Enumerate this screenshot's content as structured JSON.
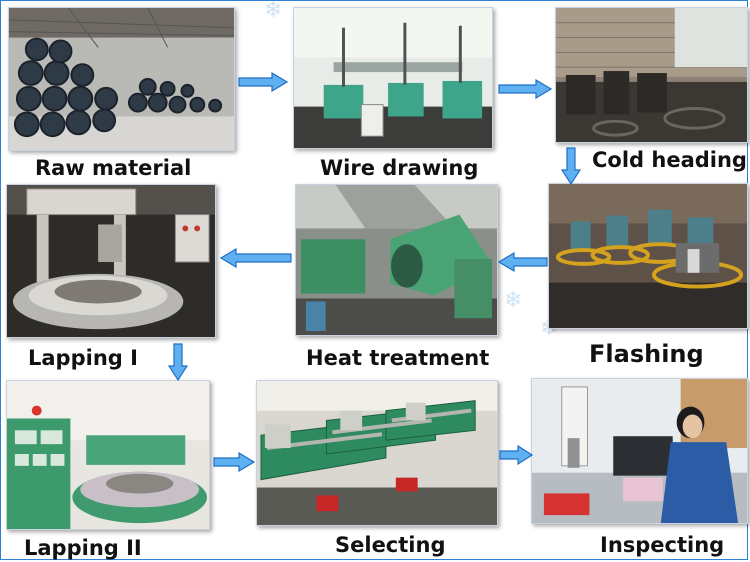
{
  "steps": [
    {
      "id": "raw-material",
      "label": "Raw material"
    },
    {
      "id": "wire-drawing",
      "label": "Wire drawing"
    },
    {
      "id": "cold-heading",
      "label": "Cold heading"
    },
    {
      "id": "flashing",
      "label": "Flashing"
    },
    {
      "id": "heat-treatment",
      "label": "Heat treatment"
    },
    {
      "id": "lapping-1",
      "label": "Lapping I"
    },
    {
      "id": "lapping-2",
      "label": "Lapping II"
    },
    {
      "id": "selecting",
      "label": "Selecting"
    },
    {
      "id": "inspecting",
      "label": "Inspecting"
    }
  ],
  "colors": {
    "arrow_fill": "#5fb0f0",
    "arrow_stroke": "#1f6fc6",
    "frame": "#2f7fd6"
  }
}
